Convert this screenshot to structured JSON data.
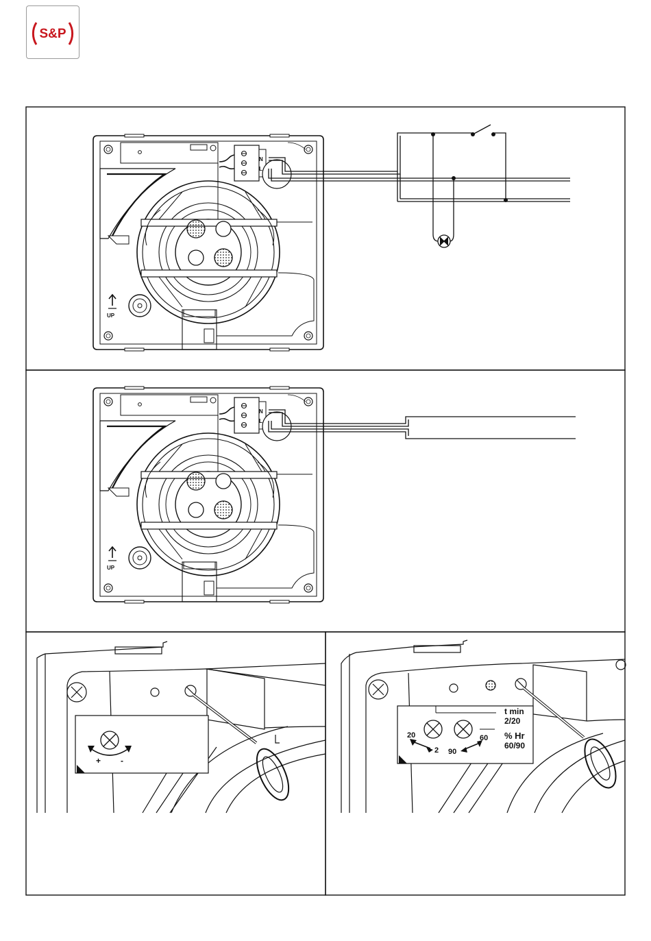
{
  "brand": {
    "logo_text": "S&P",
    "accent_color": "#c8171e"
  },
  "fan": {
    "terminal_labels": [
      "N",
      "L"
    ],
    "up_label": "UP"
  },
  "adjust_single": {
    "minus": "-",
    "plus": "+"
  },
  "adjust_dual": {
    "timer_title": "t min",
    "timer_range": "2/20",
    "timer_min": "2",
    "timer_max": "20",
    "humidity_title": "% Hr",
    "humidity_range": "60/90",
    "humidity_min": "60",
    "humidity_max": "90"
  }
}
